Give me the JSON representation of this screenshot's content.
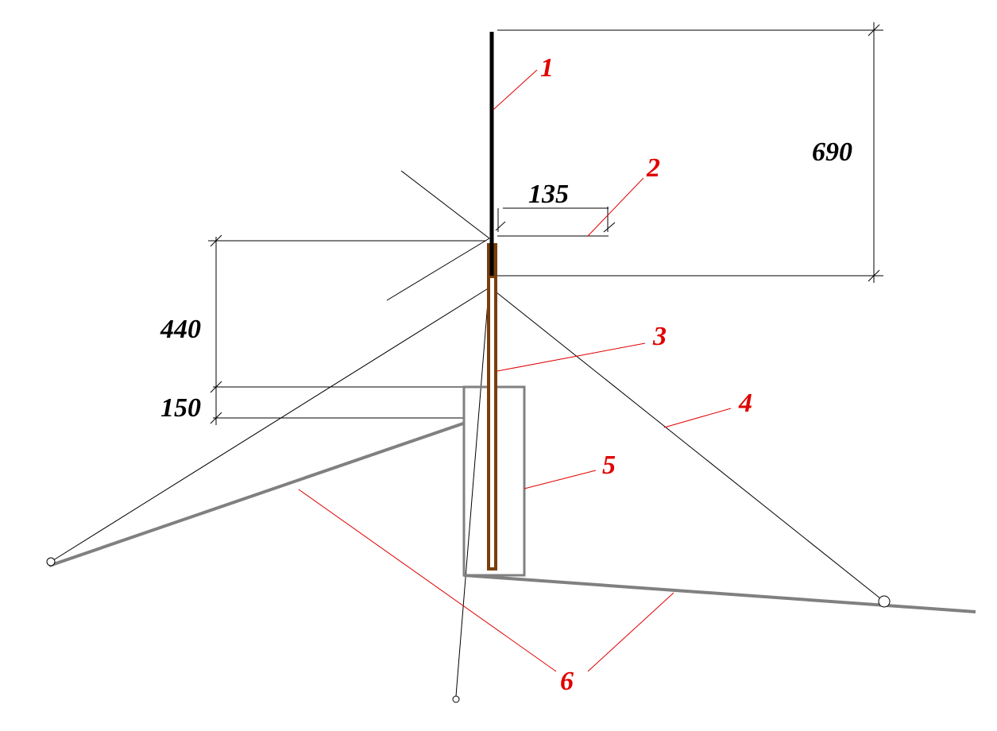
{
  "dimensions": {
    "mast_height": "690",
    "offset": "135",
    "pipe_height": "440",
    "embed_height": "150"
  },
  "callouts": [
    "1",
    "2",
    "3",
    "4",
    "5",
    "6"
  ],
  "colors": {
    "callout": "#e00000",
    "pipe": "#7a3e0a",
    "structure": "#808080",
    "line": "#000000"
  }
}
